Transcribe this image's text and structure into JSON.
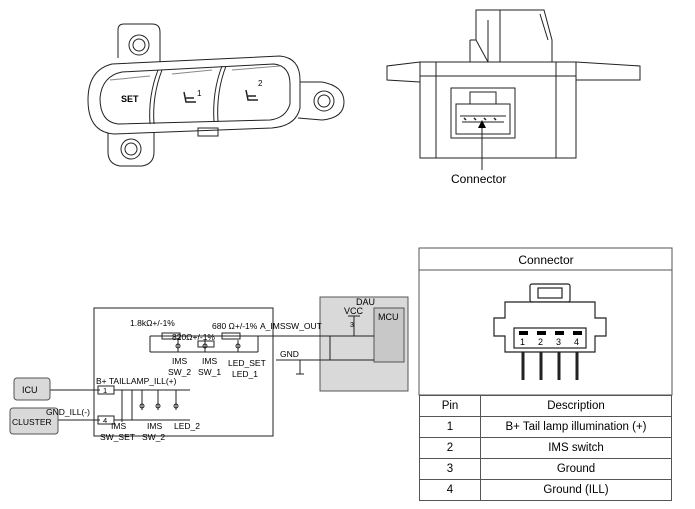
{
  "switch_labels": {
    "set": "SET"
  },
  "connector_callout": "Connector",
  "schematic": {
    "icu": "ICU",
    "cluster": "CLUSTER",
    "dau": "DAU",
    "vcc": "VCC",
    "mcu": "MCU",
    "r1": "1.8kΩ+/-1%",
    "r2": "820Ω+/-1%",
    "r3": "680 Ω+/-1%",
    "out": "A_IMSSW_OUT",
    "gnd": "GND",
    "b_plus": "B+ TAILLAMP_ILL(+)",
    "gnd_ill": "GND_ILL(-)",
    "pin1": "1",
    "pin4": "4",
    "pin3": "3",
    "ims_sw_2": [
      "IMS",
      "SW_2"
    ],
    "ims_sw_1": [
      "IMS",
      "SW_1"
    ],
    "led_set": [
      "LED_SET",
      "LED_1"
    ],
    "ims_sw_set": [
      "IMS",
      "SW_SET"
    ],
    "ims_sw_2b": [
      "IMS",
      "SW_2"
    ],
    "led_2": "LED_2"
  },
  "connector_panel": {
    "title": "Connector",
    "pins": [
      "1",
      "2",
      "3",
      "4"
    ]
  },
  "pin_table": {
    "headers": [
      "Pin",
      "Description"
    ],
    "rows": [
      [
        "1",
        "B+ Tail lamp illumination (+)"
      ],
      [
        "2",
        "IMS switch"
      ],
      [
        "3",
        "Ground"
      ],
      [
        "4",
        "Ground (ILL)"
      ]
    ]
  }
}
